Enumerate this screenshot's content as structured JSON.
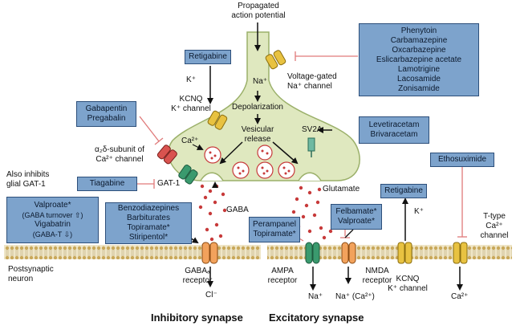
{
  "top_label": [
    "Propagated",
    "action potential"
  ],
  "drugs": {
    "phenytoin_group": [
      "Phenytoin",
      "Carbamazepine",
      "Oxcarbazepine",
      "Eslicarbazepine acetate",
      "Lamotrigine",
      "Lacosamide",
      "Zonisamide"
    ],
    "retigabine_top": "Retigabine",
    "gabapentin": [
      "Gabapentin",
      "Pregabalin"
    ],
    "levetiracetam": [
      "Levetiracetam",
      "Brivaracetam"
    ],
    "ethosuximide": "Ethosuximide",
    "tiagabine": "Tiagabine",
    "valproate_group": [
      "Valproate*",
      "(GABA turnover ⇧)",
      "Vigabatrin",
      "(GABA-T ⇩)"
    ],
    "benzo_group": [
      "Benzodiazepines",
      "Barbiturates",
      "Topiramate*",
      "Stiripentol*"
    ],
    "retigabine_right": "Retigabine",
    "perampanel": [
      "Perampanel",
      "Topiramate*"
    ],
    "felbamate": [
      "Felbamate*",
      "Valproate*"
    ]
  },
  "labels": {
    "na_plus": "Na⁺",
    "k_plus_top": "K⁺",
    "kcnq_top": [
      "KCNQ",
      "K⁺ channel"
    ],
    "vg_na": [
      "Voltage-gated",
      "Na⁺ channel"
    ],
    "depolarization": "Depolarization",
    "vesicular": [
      "Vesicular",
      "release"
    ],
    "sv2a": "SV2A",
    "ca_2plus": "Ca²⁺",
    "a2d": [
      "α₂δ-subunit of",
      "Ca²⁺ channel"
    ],
    "also_inhibits": [
      "Also inhibits",
      "glial GAT-1"
    ],
    "gat1": "GAT-1",
    "gaba": "GABA",
    "glutamate": "Glutamate",
    "postsynaptic": [
      "Postsynaptic",
      "neuron"
    ],
    "gabaa": [
      "GABAₐ",
      "receptor"
    ],
    "cl_minus": "Cl⁻",
    "ampa": [
      "AMPA",
      "receptor"
    ],
    "na_plus_ampa": "Na⁺",
    "nmda": [
      "NMDA",
      "receptor"
    ],
    "na_ca_nmda": "Na⁺ (Ca²⁺)",
    "k_plus_right": "K⁺",
    "kcnq_right": [
      "KCNQ",
      "K⁺ channel"
    ],
    "ttype": [
      "T-type",
      "Ca²⁺",
      "channel"
    ],
    "ca_2plus_right": "Ca²⁺"
  },
  "titles": {
    "inhibitory": "Inhibitory synapse",
    "excitatory": "Excitatory synapse"
  },
  "colors": {
    "terminal_fill": "#dfe8bf",
    "drug_box": "#7da3cc",
    "membrane": "#c9b98d",
    "inhibition_line": "#e07a7a",
    "vesicle": "#c73a3a"
  }
}
